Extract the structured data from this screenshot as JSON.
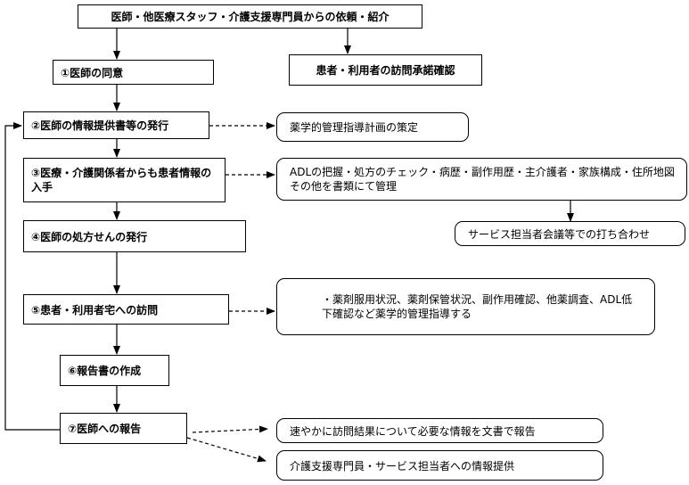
{
  "top": {
    "request": "医師・他医療スタッフ・介護支援専門員からの依頼・紹介",
    "patient_confirm": "患者・利用者の訪問承諾確認"
  },
  "steps": [
    {
      "label": "①医師の同意"
    },
    {
      "label": "②医師の情報提供書等の発行"
    },
    {
      "label": "③医療・介護関係者からも患者情報の入手"
    },
    {
      "label": "④医師の処方せんの発行"
    },
    {
      "label": "⑤患者・利用者宅への訪問"
    },
    {
      "label": "⑥報告書の作成"
    },
    {
      "label": "⑦医師への報告"
    }
  ],
  "notes": {
    "plan": "薬学的管理指導計画の策定",
    "adl": "ADLの把握・処方のチェック・病歴・副作用歴・主介護者・家族構成・住所地図その他を書類にて管理",
    "service_meeting": "サービス担当者会議等での打ち合わせ",
    "visit": "・薬剤服用状況、薬剤保管状況、副作用確認、他薬調査、ADL低下確認など薬学的管理指導する",
    "report_doc": "速やかに訪問結果について必要な情報を文書で報告",
    "report_care": "介護支援専門員・サービス担当者への情報提供"
  }
}
